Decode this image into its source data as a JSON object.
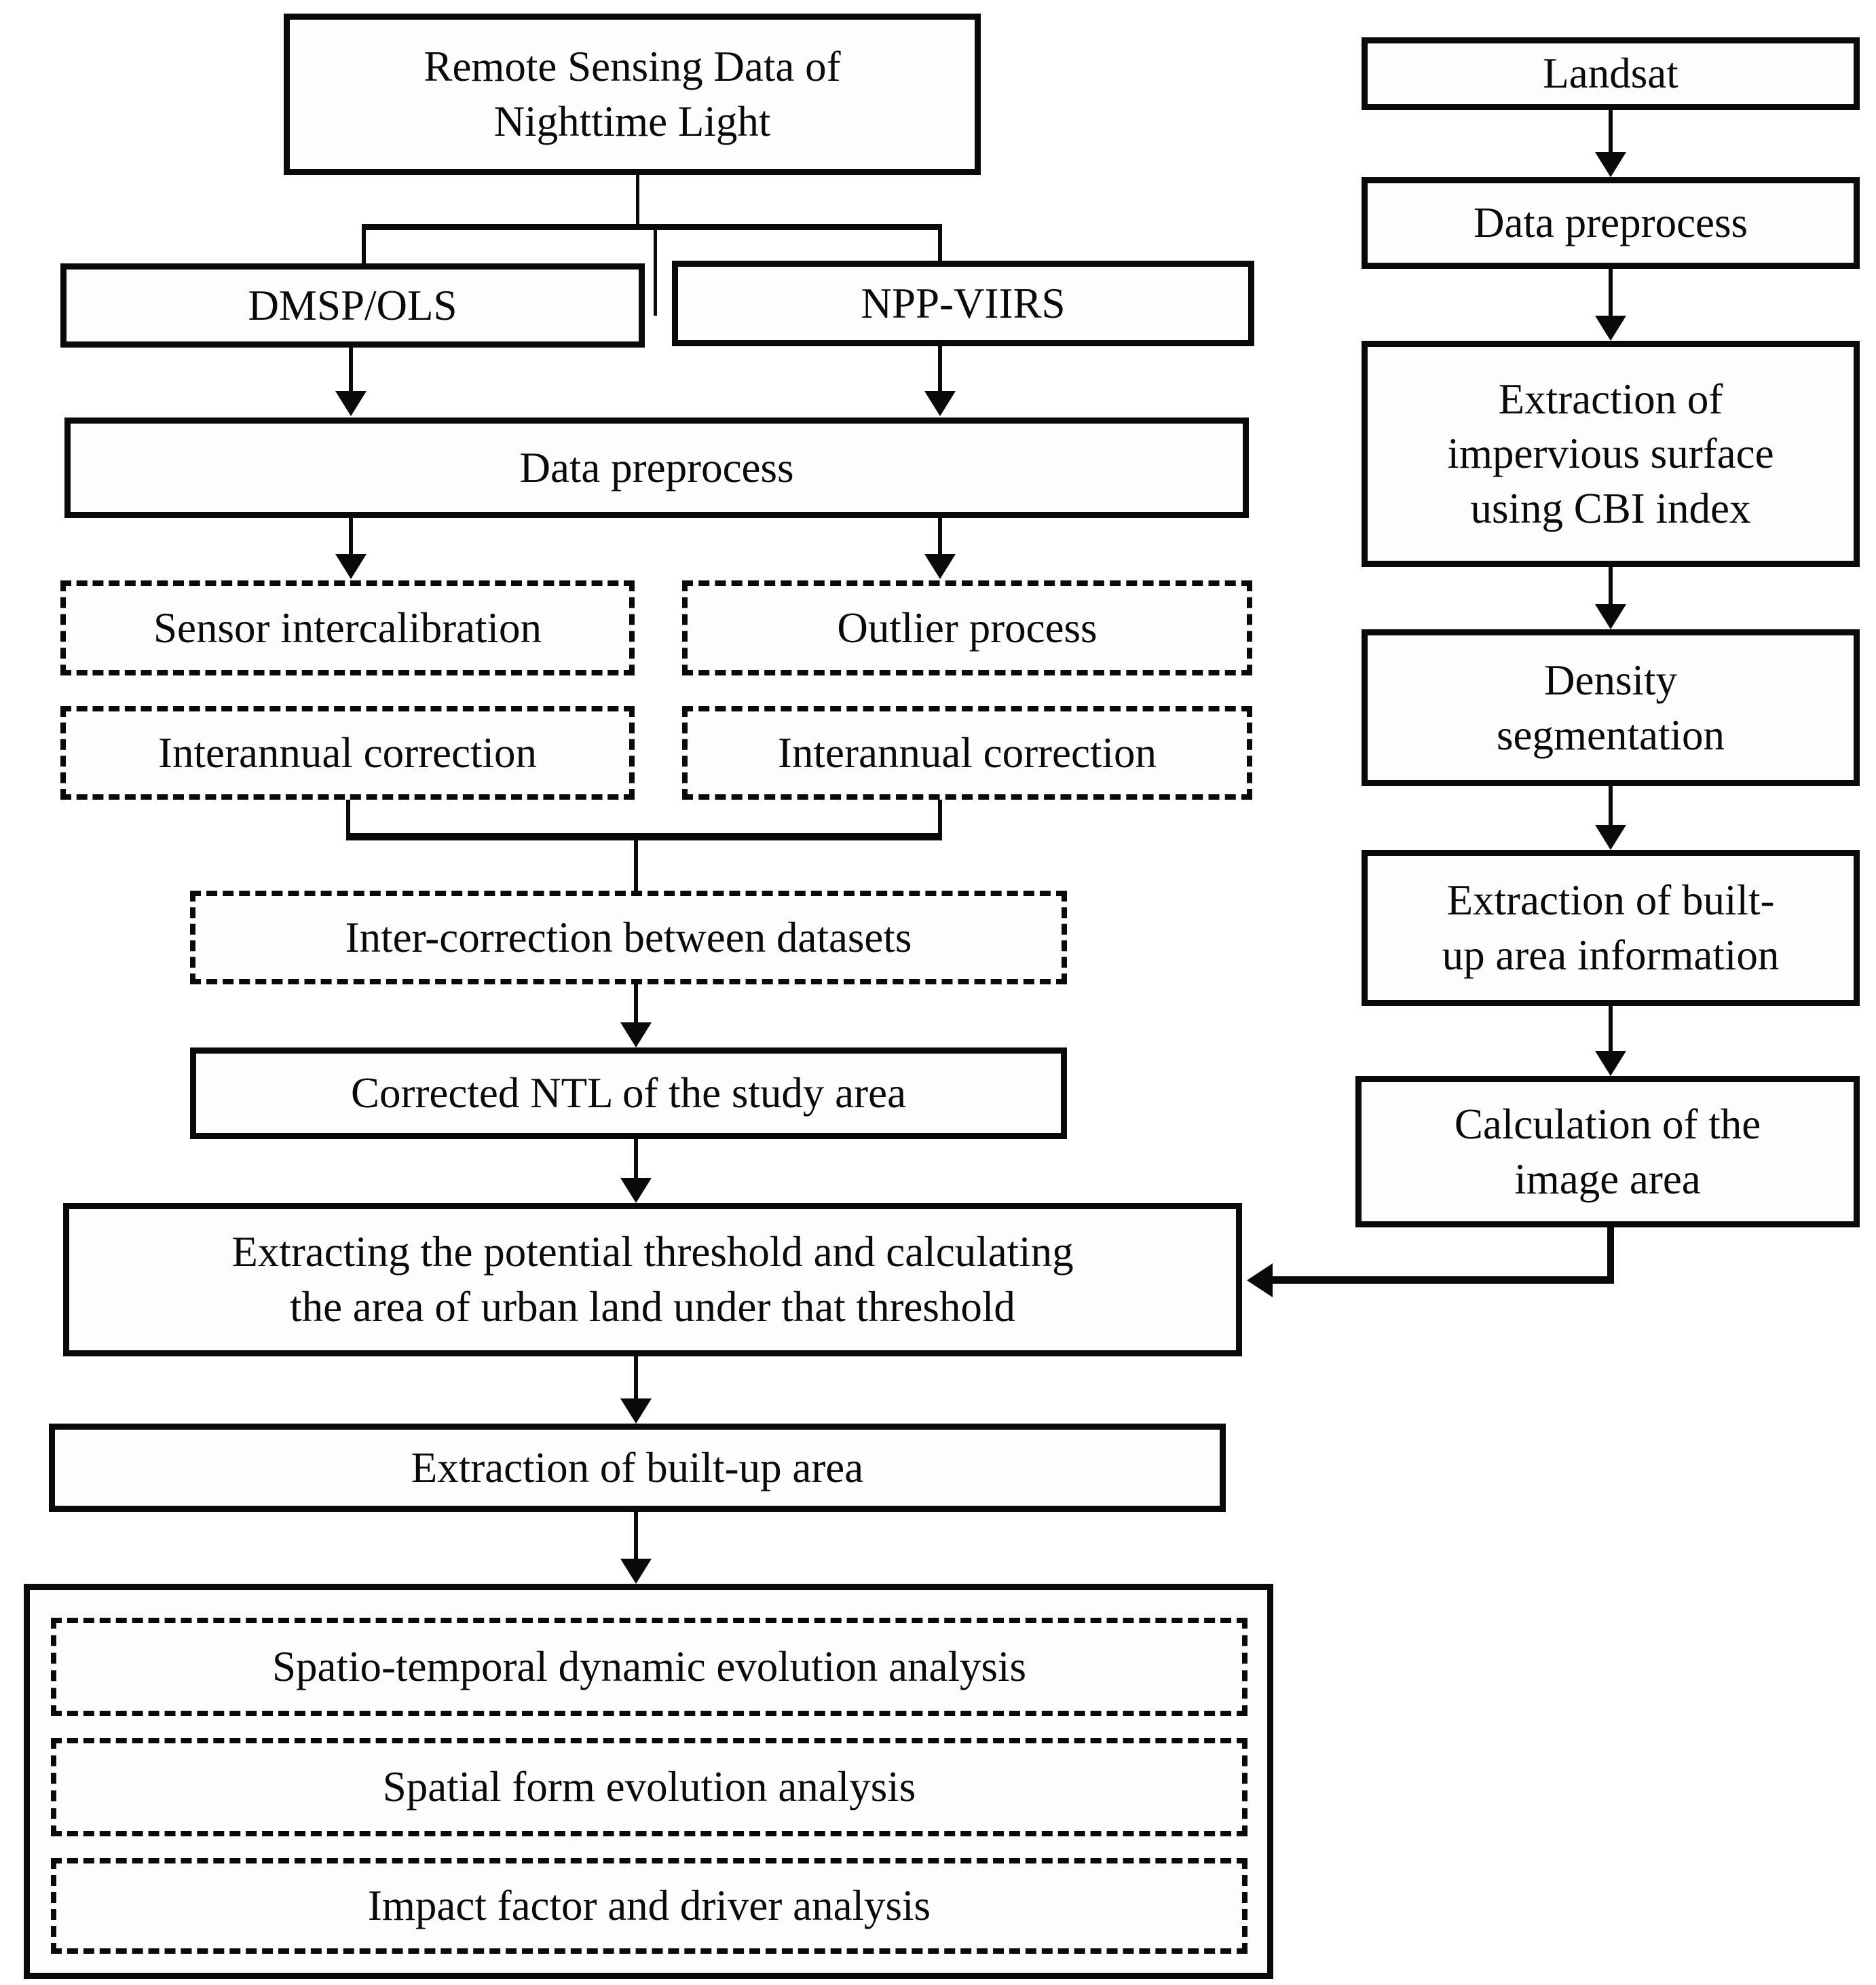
{
  "title": "Remote sensing nighttime light processing flowchart",
  "colors": {
    "ink": "#0a0a0a",
    "background": "#ffffff"
  },
  "left_column": {
    "ntl_source": {
      "lines": [
        "Remote Sensing Data of",
        "Nighttime Light"
      ]
    },
    "dmsp": {
      "label": "DMSP/OLS"
    },
    "viirs": {
      "label": "NPP-VIIRS"
    },
    "data_preprocess": {
      "label": "Data preprocess"
    },
    "sensor_intercalibration": {
      "label": "Sensor intercalibration"
    },
    "outlier_process": {
      "label": "Outlier process"
    },
    "interannual_correction_left": {
      "label": "Interannual correction"
    },
    "interannual_correction_right": {
      "label": "Interannual correction"
    },
    "inter_correction": {
      "label": "Inter-correction between datasets"
    },
    "corrected_ntl": {
      "label": "Corrected NTL of the study area"
    },
    "threshold": {
      "lines": [
        "Extracting the potential threshold and calculating",
        "the area of urban land under that threshold"
      ]
    },
    "extraction_builtup": {
      "label": "Extraction of built-up area"
    },
    "analysis_group": {
      "spatio_temporal": {
        "label": "Spatio-temporal dynamic evolution analysis"
      },
      "spatial_form": {
        "label": "Spatial form evolution analysis"
      },
      "impact_factor": {
        "label": "Impact factor and driver analysis"
      }
    }
  },
  "right_column": {
    "landsat": {
      "label": "Landsat"
    },
    "data_preprocess": {
      "label": "Data preprocess"
    },
    "impervious_extraction": {
      "lines": [
        "Extraction of",
        "impervious surface",
        "using CBI index"
      ]
    },
    "density_segmentation": {
      "lines": [
        "Density",
        "segmentation"
      ]
    },
    "builtup_info_extraction": {
      "lines": [
        "Extraction of built-",
        "up area information"
      ]
    },
    "image_area_calculation": {
      "lines": [
        "Calculation of the",
        "image area"
      ]
    }
  }
}
